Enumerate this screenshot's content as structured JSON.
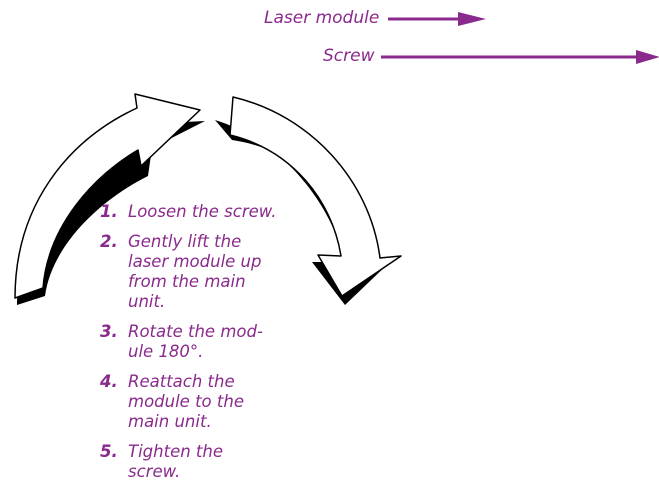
{
  "colors": {
    "accent": "#8a2a8c",
    "arrow_fill": "#ffffff",
    "arrow_shadow": "#000000"
  },
  "labels": {
    "laser_module": "Laser module",
    "screw": "Screw"
  },
  "steps": [
    {
      "number": "1.",
      "text": "Loosen the screw."
    },
    {
      "number": "2.",
      "text": "Gently lift the\nlaser module up\nfrom the main\nunit."
    },
    {
      "number": "3.",
      "text": "Rotate the mod-\nule 180°."
    },
    {
      "number": "4.",
      "text": "Reattach the\nmodule to the\nmain unit."
    },
    {
      "number": "5.",
      "text": "Tighten the\nscrew."
    }
  ]
}
